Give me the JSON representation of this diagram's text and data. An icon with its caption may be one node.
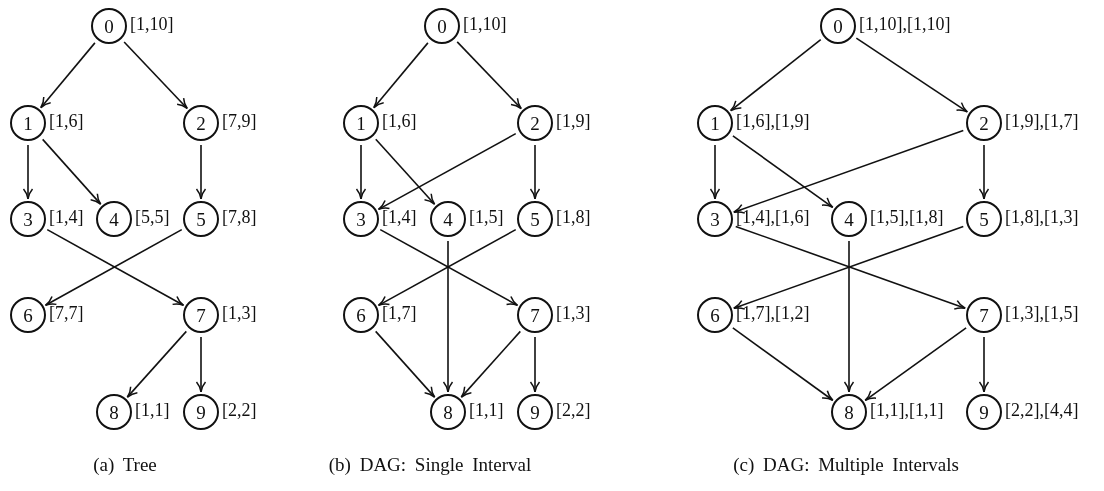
{
  "diagram": {
    "nodes": [
      {
        "text": [
          "0"
        ],
        "beside": [
          "[1,10]"
        ]
      },
      {
        "text": [
          "1"
        ],
        "beside": [
          "[1,6]"
        ]
      },
      {
        "text": [
          "2"
        ],
        "beside": [
          "[7,9]"
        ]
      },
      {
        "text": [
          "3"
        ],
        "beside": [
          "[1,4]"
        ]
      },
      {
        "text": [
          "4"
        ],
        "beside": [
          "[5,5]"
        ]
      },
      {
        "text": [
          "5"
        ],
        "beside": [
          "[7,8]"
        ]
      },
      {
        "text": [
          "6"
        ],
        "beside": [
          "[7,7]"
        ]
      },
      {
        "text": [
          "7"
        ],
        "beside": [
          "[1,3]"
        ]
      },
      {
        "text": [
          "8"
        ],
        "beside": [
          "[1,1]"
        ]
      },
      {
        "text": [
          "9"
        ],
        "beside": [
          "[2,2]"
        ]
      },
      {
        "text": [
          "0"
        ],
        "beside": [
          "[1,10]"
        ]
      },
      {
        "text": [
          "1"
        ],
        "beside": [
          "[1,6]"
        ]
      },
      {
        "text": [
          "2"
        ],
        "beside": [
          "[1,9]"
        ]
      },
      {
        "text": [
          "3"
        ],
        "beside": [
          "[1,4]"
        ]
      },
      {
        "text": [
          "4"
        ],
        "beside": [
          "[1,5]"
        ]
      },
      {
        "text": [
          "5"
        ],
        "beside": [
          "[1,8]"
        ]
      },
      {
        "text": [
          "6"
        ],
        "beside": [
          "[1,7]"
        ]
      },
      {
        "text": [
          "7"
        ],
        "beside": [
          "[1,3]"
        ]
      },
      {
        "text": [
          "8"
        ],
        "beside": [
          "[1,1]"
        ]
      },
      {
        "text": [
          "9"
        ],
        "beside": [
          "[2,2]"
        ]
      },
      {
        "text": [
          "0"
        ],
        "beside": [
          "[1,10],[1,10]"
        ]
      },
      {
        "text": [
          "1"
        ],
        "beside": [
          "[1,6],[1,9]"
        ]
      },
      {
        "text": [
          "2"
        ],
        "beside": [
          "[1,9],[1,7]"
        ]
      },
      {
        "text": [
          "3"
        ],
        "beside": [
          "[1,4],[1,6]"
        ]
      },
      {
        "text": [
          "4"
        ],
        "beside": [
          "[1,5],[1,8]"
        ]
      },
      {
        "text": [
          "5"
        ],
        "beside": [
          "[1,8],[1,3]"
        ]
      },
      {
        "text": [
          "6"
        ],
        "beside": [
          "[1,7],[1,2]"
        ]
      },
      {
        "text": [
          "7"
        ],
        "beside": [
          "[1,3],[1,5]"
        ]
      },
      {
        "text": [
          "8"
        ],
        "beside": [
          "[1,1],[1,1]"
        ]
      },
      {
        "text": [
          "9"
        ],
        "beside": [
          "[2,2],[4,4]"
        ]
      }
    ],
    "edges": [
      {
        "from": 0,
        "to": 1,
        "arrow": "to"
      },
      {
        "from": 0,
        "to": 2,
        "arrow": "to"
      },
      {
        "from": 1,
        "to": 3,
        "arrow": "to"
      },
      {
        "from": 1,
        "to": 4,
        "arrow": "to"
      },
      {
        "from": 2,
        "to": 5,
        "arrow": "to"
      },
      {
        "from": 3,
        "to": 7,
        "arrow": "to"
      },
      {
        "from": 5,
        "to": 6,
        "arrow": "to"
      },
      {
        "from": 7,
        "to": 8,
        "arrow": "to"
      },
      {
        "from": 7,
        "to": 9,
        "arrow": "to"
      },
      {
        "from": 10,
        "to": 11,
        "arrow": "to"
      },
      {
        "from": 10,
        "to": 12,
        "arrow": "to"
      },
      {
        "from": 11,
        "to": 13,
        "arrow": "to"
      },
      {
        "from": 11,
        "to": 14,
        "arrow": "to"
      },
      {
        "from": 12,
        "to": 13,
        "arrow": "to"
      },
      {
        "from": 12,
        "to": 15,
        "arrow": "to"
      },
      {
        "from": 13,
        "to": 17,
        "arrow": "to"
      },
      {
        "from": 15,
        "to": 16,
        "arrow": "to"
      },
      {
        "from": 14,
        "to": 18,
        "arrow": "to"
      },
      {
        "from": 16,
        "to": 18,
        "arrow": "to"
      },
      {
        "from": 17,
        "to": 18,
        "arrow": "to"
      },
      {
        "from": 17,
        "to": 19,
        "arrow": "to"
      },
      {
        "from": 20,
        "to": 21,
        "arrow": "to"
      },
      {
        "from": 20,
        "to": 22,
        "arrow": "to"
      },
      {
        "from": 21,
        "to": 23,
        "arrow": "to"
      },
      {
        "from": 21,
        "to": 24,
        "arrow": "to"
      },
      {
        "from": 22,
        "to": 23,
        "arrow": "to"
      },
      {
        "from": 22,
        "to": 25,
        "arrow": "to"
      },
      {
        "from": 23,
        "to": 27,
        "arrow": "to"
      },
      {
        "from": 25,
        "to": 26,
        "arrow": "to"
      },
      {
        "from": 24,
        "to": 28,
        "arrow": "to"
      },
      {
        "from": 26,
        "to": 28,
        "arrow": "to"
      },
      {
        "from": 27,
        "to": 28,
        "arrow": "to"
      },
      {
        "from": 27,
        "to": 29,
        "arrow": "to"
      }
    ],
    "labels": [
      "(a) Tree",
      "(b) DAG: Single Interval",
      "(c) DAG: Multiple Intervals"
    ]
  }
}
